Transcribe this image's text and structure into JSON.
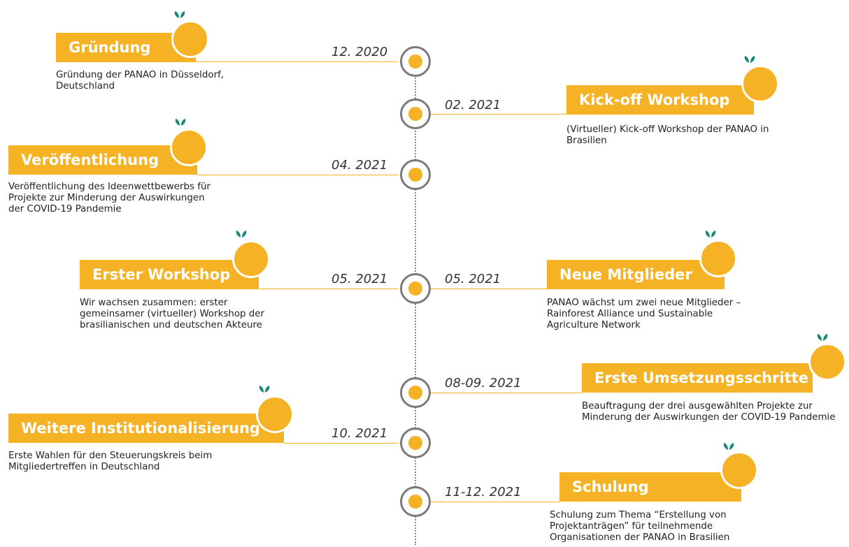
{
  "events": [
    {
      "date": "12. 2020",
      "title": "Gründung",
      "desc": "Gründung der PANAO in Düsseldorf, Deutschland"
    },
    {
      "date": "02. 2021",
      "title": "Kick-off Workshop",
      "desc": "(Virtueller) Kick-off Workshop der PANAO in Brasilien"
    },
    {
      "date": "04. 2021",
      "title": "Veröffentlichung",
      "desc": "Veröffentlichung des Ideenwettbewerbs für Projekte zur Minderung der Auswirkungen der COVID-19 Pandemie"
    },
    {
      "date": "05. 2021",
      "title": "Erster Workshop",
      "desc": "Wir wachsen zusammen: erster gemeinsamer (virtueller) Workshop der brasilianischen und deutschen Akteure"
    },
    {
      "date": "05. 2021",
      "title": "Neue Mitglieder",
      "desc": "PANAO wächst um zwei neue Mitglieder – Rainforest Alliance und Sustainable Agriculture Network"
    },
    {
      "date": "08-09. 2021",
      "title": "Erste Umsetzungsschritte",
      "desc": "Beauftragung der drei ausgewählten Projekte zur Minderung der Auswirkungen der COVID-19 Pandemie"
    },
    {
      "date": "10. 2021",
      "title": "Weitere Institutionalisierung",
      "desc": "Erste Wahlen für den Steuerungskreis beim Mitgliedertreffen in Deutschland"
    },
    {
      "date": "11-12. 2021",
      "title": "Schulung",
      "desc": "Schulung zum Thema “Erstellung von Projektanträgen” für teilnehmende Organisationen der PANAO in Brasilien"
    }
  ]
}
